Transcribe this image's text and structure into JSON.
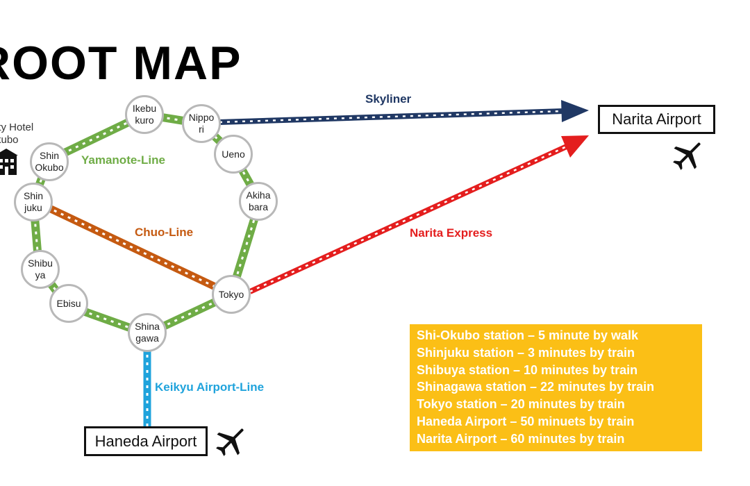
{
  "title": "ROOT MAP",
  "hotel": {
    "label_line1": "ity Hotel",
    "label_line2": "kubo",
    "icon": "building-icon"
  },
  "stations": {
    "ikebukuro": "Ikebu\nkuro",
    "nippori": "Nippo\nri",
    "ueno": "Ueno",
    "akihabara": "Akiha\nbara",
    "tokyo": "Tokyo",
    "shinagawa": "Shina\ngawa",
    "ebisu": "Ebisu",
    "shibuya": "Shibu\nya",
    "shinjuku": "Shin\njuku",
    "shinokubo": "Shin\nOkubo"
  },
  "lines": {
    "yamanote": {
      "label": "Yamanote-Line",
      "color": "#6fac46"
    },
    "chuo": {
      "label": "Chuo-Line",
      "color": "#c55a11"
    },
    "skyliner": {
      "label": "Skyliner",
      "color": "#203864"
    },
    "narita_express": {
      "label": "Narita Express",
      "color": "#e41e1e"
    },
    "keikyu": {
      "label": "Keikyu Airport-Line",
      "color": "#1fa3dc"
    }
  },
  "airports": {
    "narita": "Narita Airport",
    "haneda": "Haneda Airport",
    "icon": "airplane-icon"
  },
  "info": [
    "Shi-Okubo station – 5 minute by walk",
    "Shinjuku station – 3 minutes by train",
    "Shibuya station – 10 minutes by train",
    "Shinagawa station – 22 minutes by train",
    "Tokyo station – 20 minutes by train",
    "Haneda Airport – 50 minuets by train",
    "Narita Airport – 60 minutes by train"
  ],
  "info_color": "#fbbf16"
}
